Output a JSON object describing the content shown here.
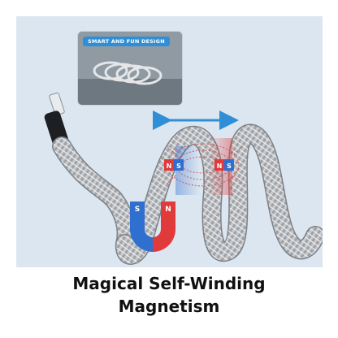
{
  "inset": {
    "badge": "SMART AND FUN DESIGN"
  },
  "magnet_left": {
    "pole_n": "N",
    "pole_s": "S"
  },
  "magnet_right": {
    "pole_n": "N",
    "pole_s": "S"
  },
  "horseshoe": {
    "pole_s": "S",
    "pole_n": "N"
  },
  "caption": {
    "line1": "Magical Self-Winding",
    "line2": "Magnetism"
  },
  "colors": {
    "panel": "#dce6f0",
    "arrow": "#2f8fd6",
    "north": "#e03a3a",
    "south": "#2f6fd0",
    "cable": "#b9bcc0"
  },
  "icons": [
    "double-arrow-icon",
    "magnet-icon",
    "horseshoe-magnet-icon",
    "cable-connector-icon"
  ]
}
